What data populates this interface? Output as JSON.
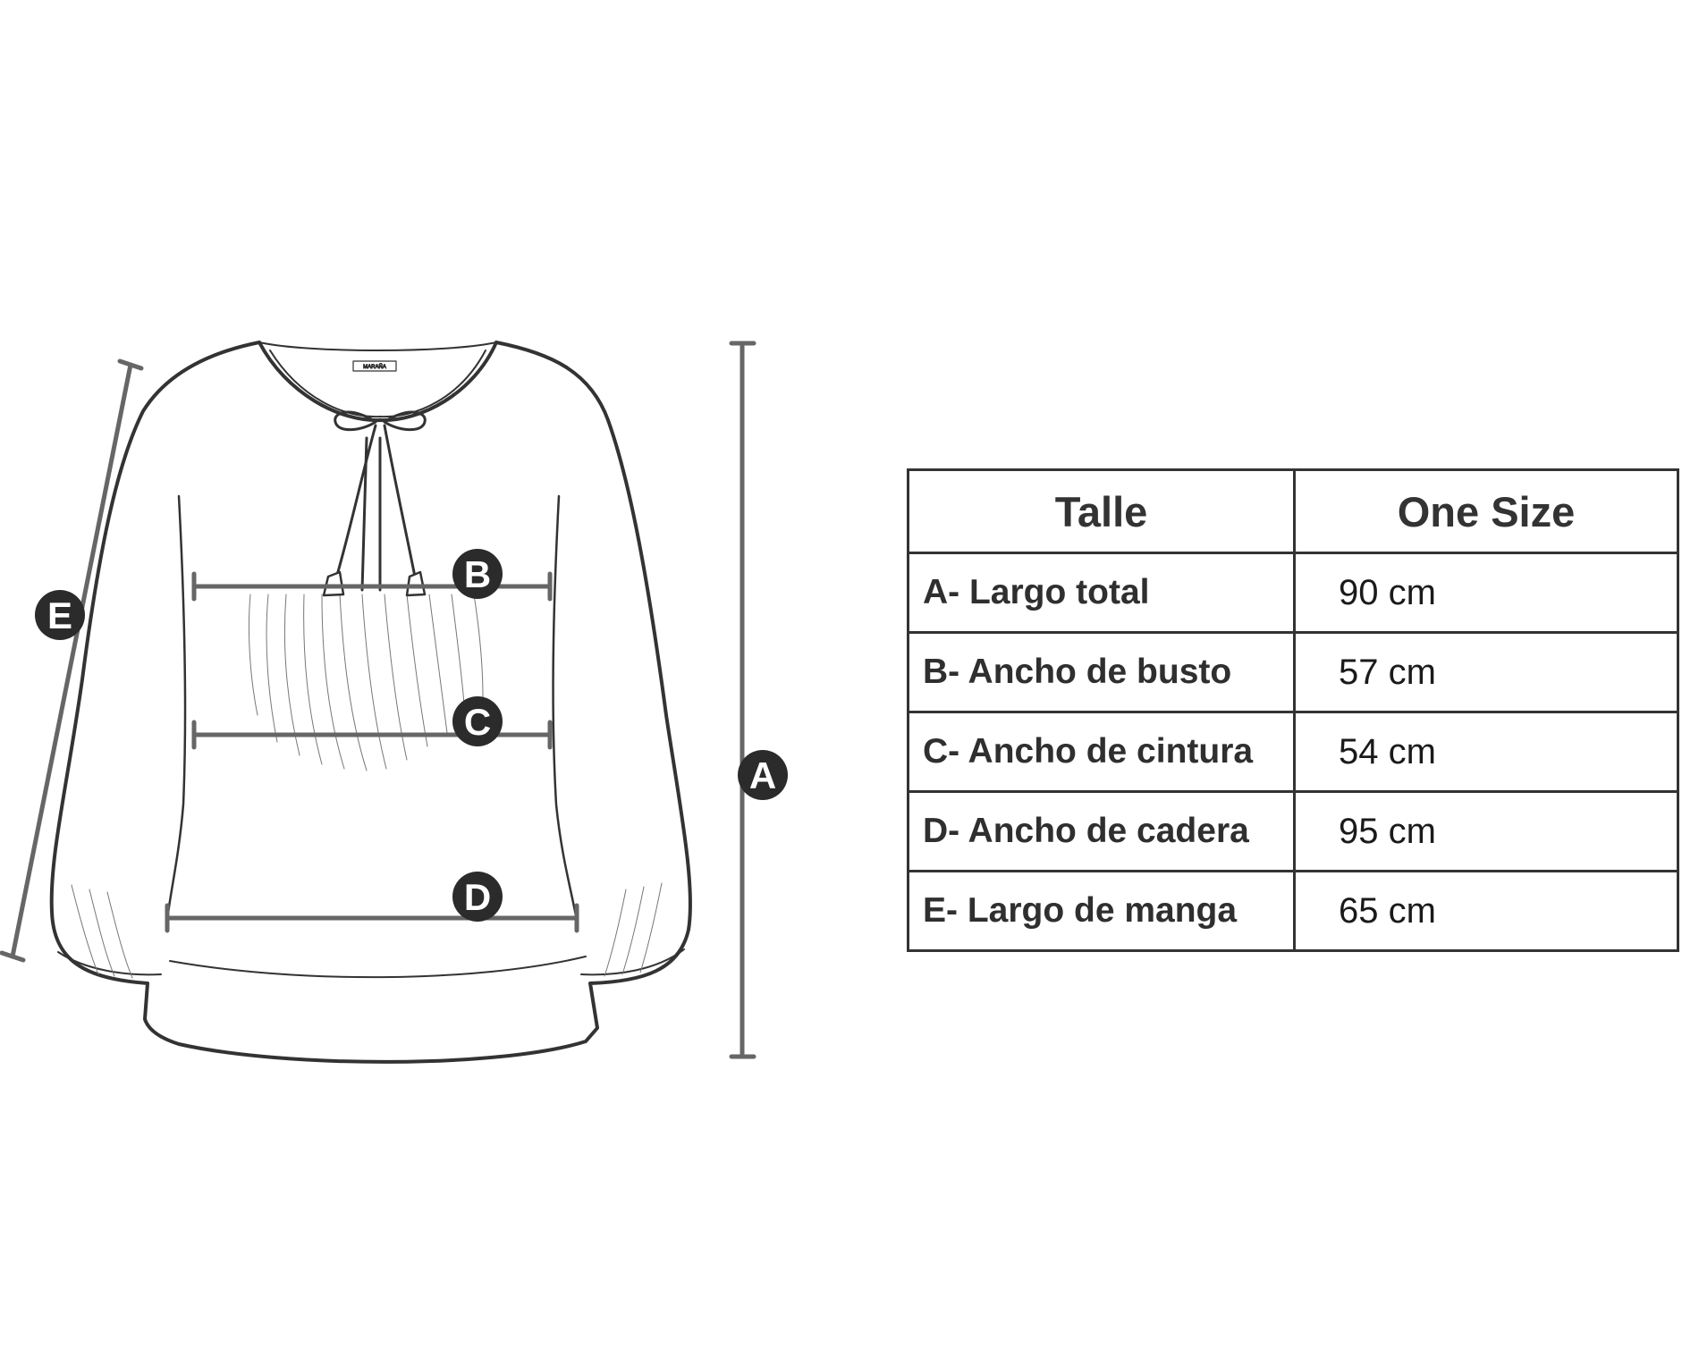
{
  "markers": {
    "a": "A",
    "b": "B",
    "c": "C",
    "d": "D",
    "e": "E"
  },
  "garment_label": "MARAÑA",
  "table": {
    "header": {
      "size": "Talle",
      "value": "One Size"
    },
    "rows": [
      {
        "label": "A- Largo total",
        "value": "90 cm"
      },
      {
        "label": "B- Ancho de busto",
        "value": "57 cm"
      },
      {
        "label": "C- Ancho de cintura",
        "value": "54 cm"
      },
      {
        "label": "D- Ancho de cadera",
        "value": "95 cm"
      },
      {
        "label": "E- Largo de manga",
        "value": "65 cm"
      }
    ]
  },
  "colors": {
    "outline": "#333333",
    "measure_line": "#666666",
    "marker_fill": "#2b2b2b",
    "table_border": "#333333"
  }
}
